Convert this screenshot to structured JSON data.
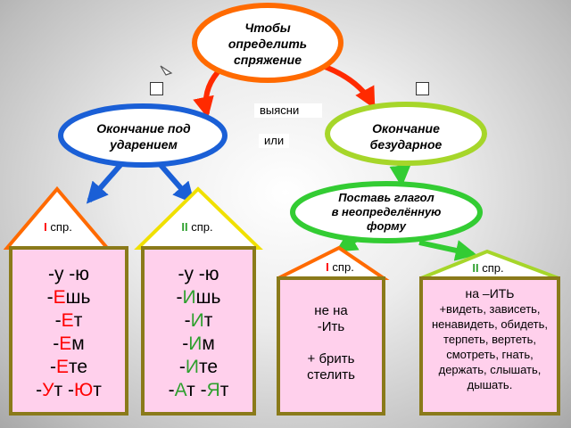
{
  "top": {
    "line1": "Чтобы",
    "line2": "определить",
    "line3": "спряжение"
  },
  "left_oval": {
    "line1": "Окончание под",
    "line2": "ударением"
  },
  "right_oval": {
    "line1": "Окончание",
    "line2": "безударное"
  },
  "connector_labels": {
    "find_out": "выясни",
    "or": "или"
  },
  "infinitive_oval": {
    "line1": "Поставь глагол",
    "line2": "в неопределённую",
    "line3": "форму"
  },
  "house1": {
    "roman": "I",
    "spr": "спр.",
    "rows": [
      {
        "pre": "-у  -ю",
        "hl": "",
        "post": ""
      },
      {
        "pre": "-",
        "hl": "Е",
        "post": "шь"
      },
      {
        "pre": "-",
        "hl": "Е",
        "post": "т"
      },
      {
        "pre": "-",
        "hl": "Е",
        "post": "м"
      },
      {
        "pre": "-",
        "hl": "Е",
        "post": "те"
      }
    ],
    "last": {
      "a_pre": "-",
      "a_hl": "У",
      "a_post": "т  -",
      "b_hl": "Ю",
      "b_post": "т"
    }
  },
  "house2": {
    "roman": "II",
    "spr": "спр.",
    "rows": [
      {
        "pre": "-у   -ю",
        "hl": "",
        "post": ""
      },
      {
        "pre": "-",
        "hl": "И",
        "post": "шь"
      },
      {
        "pre": "-",
        "hl": "И",
        "post": "т"
      },
      {
        "pre": "-",
        "hl": "И",
        "post": "м"
      },
      {
        "pre": "-",
        "hl": "И",
        "post": "те"
      }
    ],
    "last": {
      "a_pre": "-",
      "a_hl": "А",
      "a_post": "т  -",
      "b_hl": "Я",
      "b_post": "т"
    }
  },
  "house3": {
    "roman": "I",
    "spr": "спр.",
    "lines": [
      "не на",
      "-Ить",
      "",
      "+ брить",
      "стелить"
    ]
  },
  "house4": {
    "roman": "II",
    "spr": "спр.",
    "lines": [
      "на –ИТЬ",
      "+видеть, зависеть,",
      "ненавидеть, обидеть,",
      "терпеть, вертеть,",
      "смотреть, гнать,",
      "держать, слышать,",
      "дышать."
    ]
  },
  "colors": {
    "orange": "#ff6a00",
    "yellow": "#f0e000",
    "green": "#33cc33",
    "blue": "#1a5fd6",
    "olive": "#8a7a1a",
    "pink": "#ffd0ec",
    "red": "#ff0000"
  }
}
